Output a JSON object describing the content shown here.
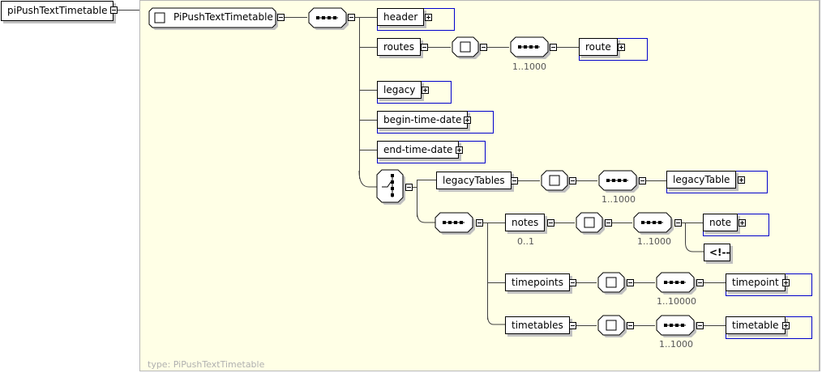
{
  "root": {
    "label": "piPushTextTimetable"
  },
  "complex_type": {
    "label": "PiPushTextTimetable",
    "type_caption": "type: PiPushTextTimetable"
  },
  "elements": {
    "header": "header",
    "routes": "routes",
    "route": "route",
    "legacy": "legacy",
    "begin_time_date": "begin-time-date",
    "end_time_date": "end-time-date",
    "legacyTables": "legacyTables",
    "legacyTable": "legacyTable",
    "notes": "notes",
    "note": "note",
    "comment": "<!--",
    "timepoints": "timepoints",
    "timepoint": "timepoint",
    "timetables": "timetables",
    "timetable": "timetable"
  },
  "occurrences": {
    "route": "1..1000",
    "legacyTable": "1..1000",
    "notes": "0..1",
    "note": "1..1000",
    "timepoint": "1..10000",
    "timetable": "1..1000"
  },
  "colors": {
    "panel_bg": "#ffffe6",
    "ref_border": "#0000cc",
    "shadow": "#c0c0c0"
  }
}
